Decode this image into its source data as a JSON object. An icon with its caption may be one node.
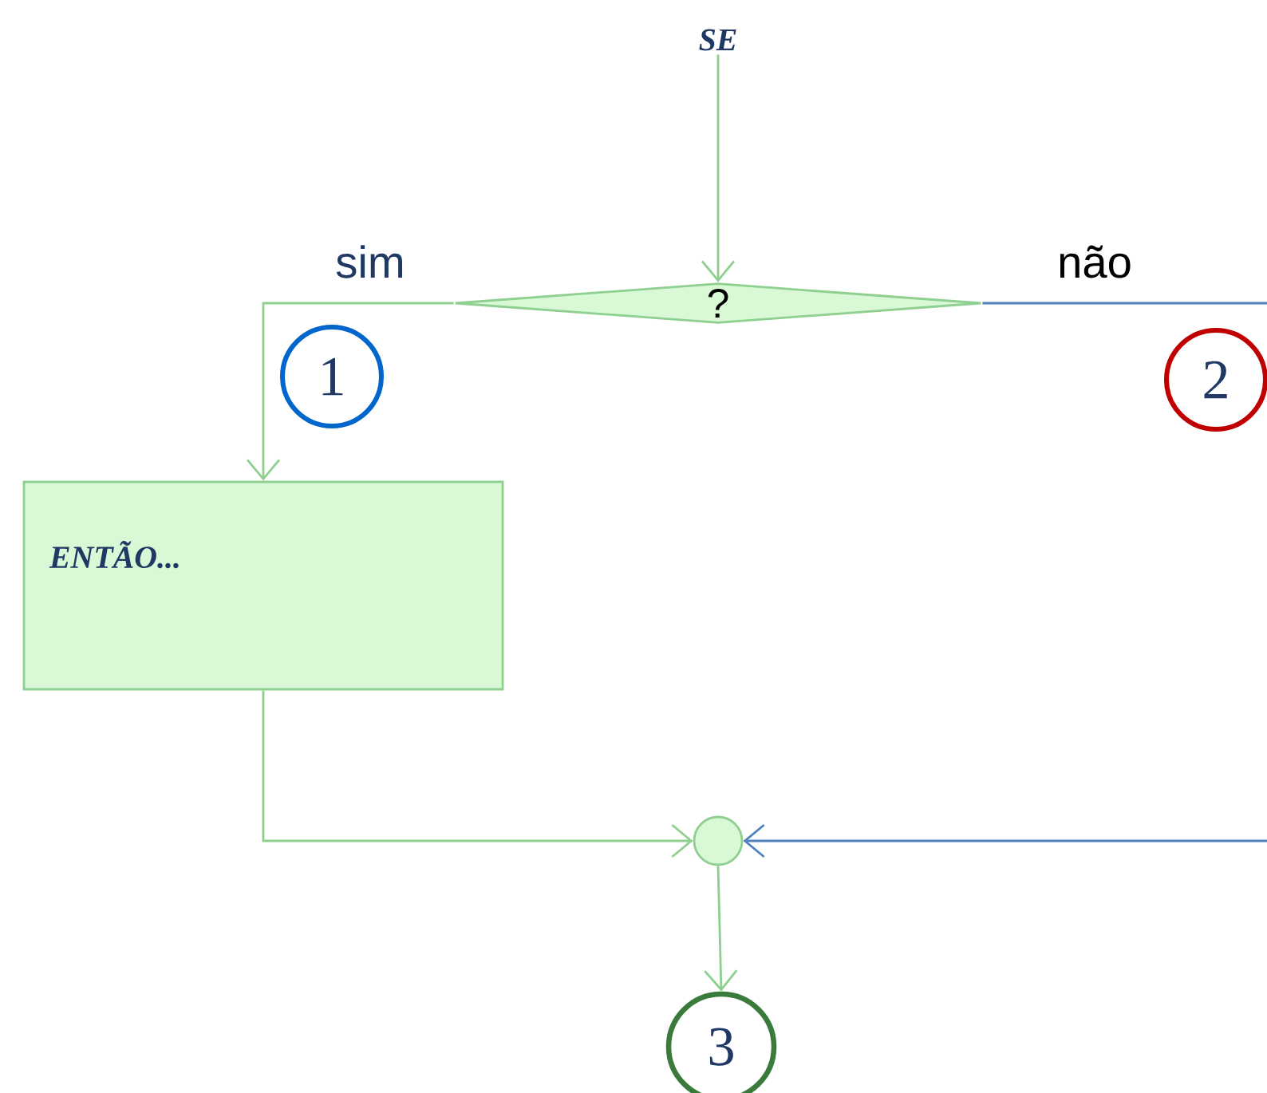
{
  "diagram": {
    "nodes": [
      {
        "text": [
          "SE"
        ]
      },
      {
        "text": [
          "?"
        ]
      },
      {
        "text": [
          "1"
        ]
      },
      {
        "text": [
          "2"
        ]
      },
      {
        "text": [
          "ENTÃO..."
        ]
      },
      {
        "text": [],
        "shape": "circle"
      },
      {
        "text": [
          "3"
        ]
      }
    ],
    "edges": [
      {
        "from": 0,
        "to": 1,
        "arrow": "to"
      },
      {
        "from": 1,
        "to": 4,
        "arrow": "to",
        "label": "sim"
      },
      {
        "from": 1,
        "to": 5,
        "arrow": "to",
        "label": "não",
        "color": "#4f81bd"
      },
      {
        "from": 4,
        "to": 5,
        "arrow": "to"
      },
      {
        "from": 5,
        "to": 6,
        "arrow": "to"
      }
    ]
  }
}
